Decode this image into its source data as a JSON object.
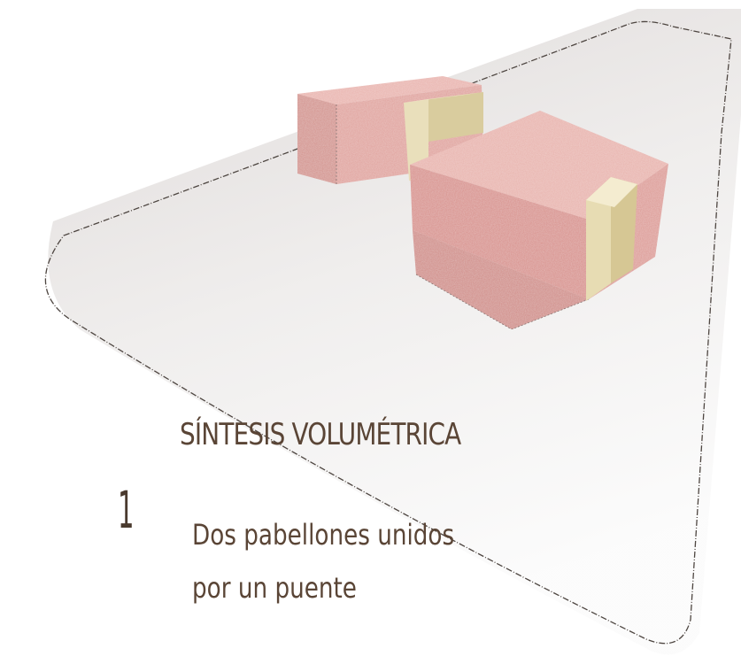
{
  "caption": {
    "title": "SÍNTESIS VOLUMÉTRICA",
    "step_number": "1",
    "step_line1": "Dos pabellones unidos",
    "step_line2": "por un puente"
  },
  "colors": {
    "site_fill": "#ebe8e7",
    "site_outline": "#4d4540",
    "pavilion_top": "#e9b3ad",
    "pavilion_side": "#dc9d97",
    "pavilion_front": "#d58f8a",
    "bridge_light": "#f3e8c8",
    "bridge_shade": "#ddd0a4",
    "text": "#5a4536"
  },
  "elements": {
    "site": "site-plot",
    "pavilion_a": "pavilion-rear",
    "pavilion_b": "pavilion-front",
    "bridge": "bridge-connector",
    "column": "vertical-slab"
  }
}
